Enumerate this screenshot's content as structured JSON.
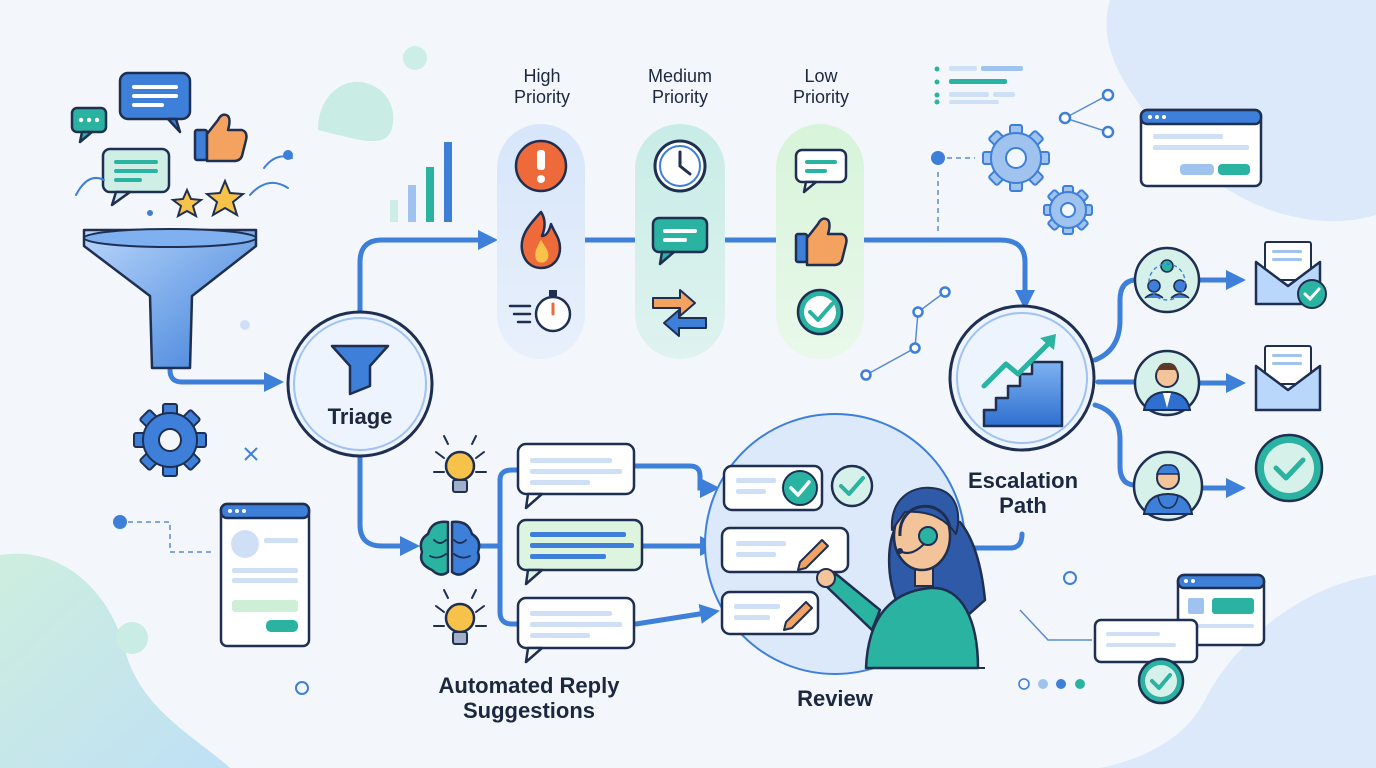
{
  "priorities": {
    "high": {
      "line1": "High",
      "line2": "Priority"
    },
    "medium": {
      "line1": "Medium",
      "line2": "Priority"
    },
    "low": {
      "line1": "Low",
      "line2": "Priority"
    }
  },
  "nodes": {
    "triage": "Triage",
    "escalation": {
      "line1": "Escalation",
      "line2": "Path"
    },
    "automated_reply": {
      "line1": "Automated Reply",
      "line2": "Suggestions"
    },
    "review": "Review"
  },
  "colors": {
    "primary_blue": "#3d7fd9",
    "dark_navy": "#1f2f52",
    "teal": "#2ab3a0",
    "light_teal": "#cdeee6",
    "light_blue": "#dbe9fb",
    "light_green": "#ddf5df",
    "alert_orange": "#ee6a3a",
    "thumb_orange": "#f3a25f",
    "star_yellow": "#f6c24a"
  },
  "icons": [
    "funnel-icon",
    "chat-bubble-icon",
    "thumbs-up-icon",
    "star-icon",
    "bar-chart-icon",
    "exclamation-icon",
    "fire-icon",
    "stopwatch-icon",
    "clock-icon",
    "swap-arrows-icon",
    "checkmark-icon",
    "gear-icon",
    "growth-chart-icon",
    "team-icon",
    "person-icon",
    "doctor-icon",
    "envelope-icon",
    "brain-icon",
    "lightbulb-icon",
    "pencil-icon",
    "support-agent-icon",
    "browser-window-icon"
  ]
}
